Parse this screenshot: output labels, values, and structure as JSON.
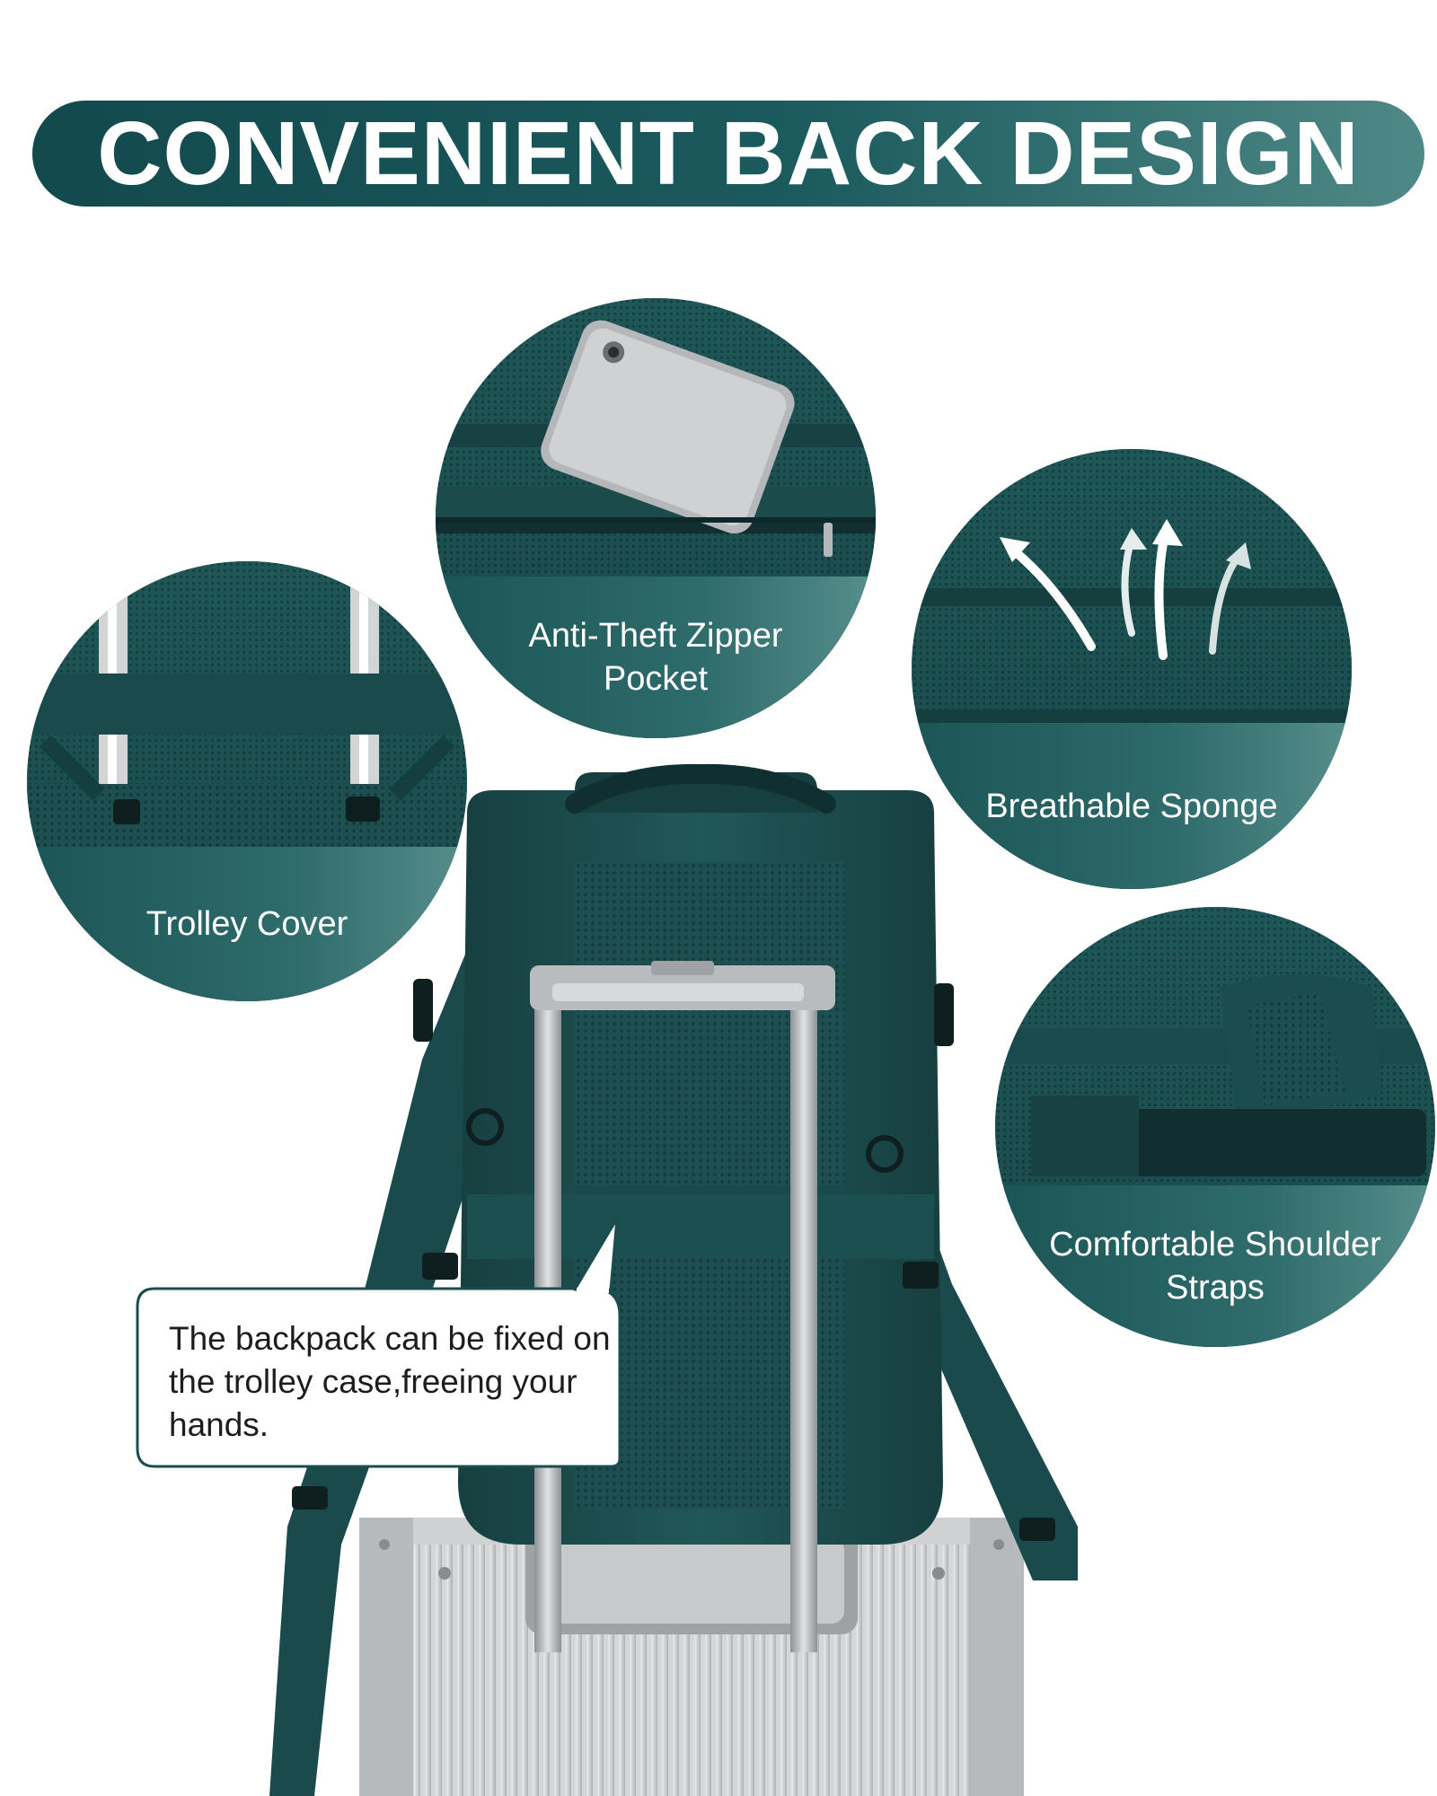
{
  "title": "CONVENIENT BACK DESIGN",
  "features": {
    "anti_theft": "Anti-Theft Zipper Pocket",
    "breathable": "Breathable Sponge",
    "trolley": "Trolley Cover",
    "straps": "Comfortable Shoulder Straps"
  },
  "callout": "The backpack can be fixed on the trolley case,freeing your hands.",
  "colors": {
    "brand_teal": "#1b5a5d",
    "backpack": "#1f5253",
    "suitcase": "#c9cbcd"
  },
  "icons": [
    "airflow-arrows-icon"
  ]
}
